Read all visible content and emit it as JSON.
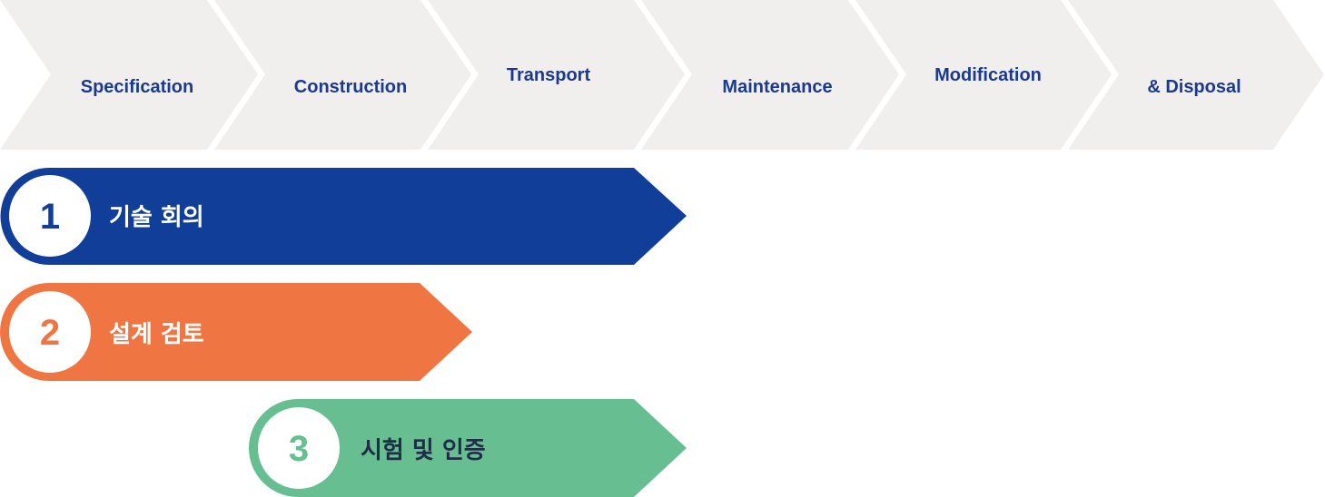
{
  "stages": [
    {
      "label": "Specification"
    },
    {
      "label": "Construction"
    },
    {
      "label": "Transport"
    },
    {
      "label": "Maintenance"
    },
    {
      "label": "Modification"
    },
    {
      "label": "& Disposal"
    }
  ],
  "steps": [
    {
      "number": "1",
      "label": "기술 회의",
      "color": "#103e99",
      "text_color": "#ffffff"
    },
    {
      "number": "2",
      "label": "설계 검토",
      "color": "#ef7643",
      "text_color": "#ffffff"
    },
    {
      "number": "3",
      "label": "시험 및 인증",
      "color": "#66be91",
      "text_color": "#1f2e46"
    }
  ],
  "colors": {
    "stage_fill": "#f1efed",
    "stage_text": "#1b3a8f"
  }
}
